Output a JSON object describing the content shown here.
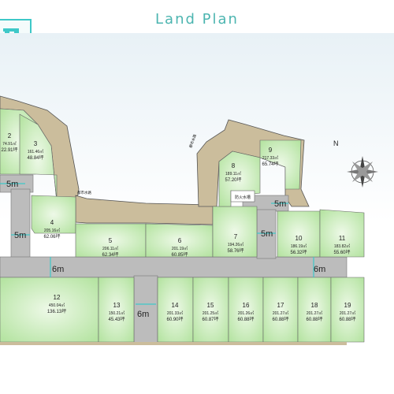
{
  "title": "Land Plan",
  "compass_label": "N",
  "colors": {
    "lot_fill": "#b6e4a3",
    "lot_center": "#eef9e8",
    "road": "#bcbcbc",
    "slope": "#cbbd9c",
    "accent": "#3ec8c8",
    "title": "#4cb5b0"
  },
  "road_widths": [
    "5m",
    "5m",
    "6m",
    "6m",
    "5m",
    "5m",
    "6m",
    "6m"
  ],
  "small_labels": [
    "防火水槽",
    "都市水路",
    "都市水路"
  ],
  "lots": [
    {
      "no": "2",
      "area": "74.91㎡",
      "tsubo": "22.91坪"
    },
    {
      "no": "3",
      "area": "161.46㎡",
      "tsubo": "48.84坪"
    },
    {
      "no": "4",
      "area": "205.16㎡",
      "tsubo": "62.06坪"
    },
    {
      "no": "5",
      "area": "206.11㎡",
      "tsubo": "62.34坪"
    },
    {
      "no": "6",
      "area": "201.19㎡",
      "tsubo": "60.85坪"
    },
    {
      "no": "7",
      "area": "194.26㎡",
      "tsubo": "58.76坪"
    },
    {
      "no": "8",
      "area": "189.11㎡",
      "tsubo": "57.20坪"
    },
    {
      "no": "9",
      "area": "217.33㎡",
      "tsubo": "65.74坪"
    },
    {
      "no": "10",
      "area": "186.19㎡",
      "tsubo": "56.32坪"
    },
    {
      "no": "11",
      "area": "183.82㎡",
      "tsubo": "55.60坪"
    },
    {
      "no": "12",
      "area": "450.04㎡",
      "tsubo": "136.13坪"
    },
    {
      "no": "13",
      "area": "150.21㎡",
      "tsubo": "45.43坪"
    },
    {
      "no": "14",
      "area": "201.33㎡",
      "tsubo": "60.90坪"
    },
    {
      "no": "15",
      "area": "201.25㎡",
      "tsubo": "60.87坪"
    },
    {
      "no": "16",
      "area": "201.26㎡",
      "tsubo": "60.88坪"
    },
    {
      "no": "17",
      "area": "201.27㎡",
      "tsubo": "60.88坪"
    },
    {
      "no": "18",
      "area": "201.27㎡",
      "tsubo": "60.88坪"
    },
    {
      "no": "19",
      "area": "201.27㎡",
      "tsubo": "60.88坪"
    }
  ]
}
